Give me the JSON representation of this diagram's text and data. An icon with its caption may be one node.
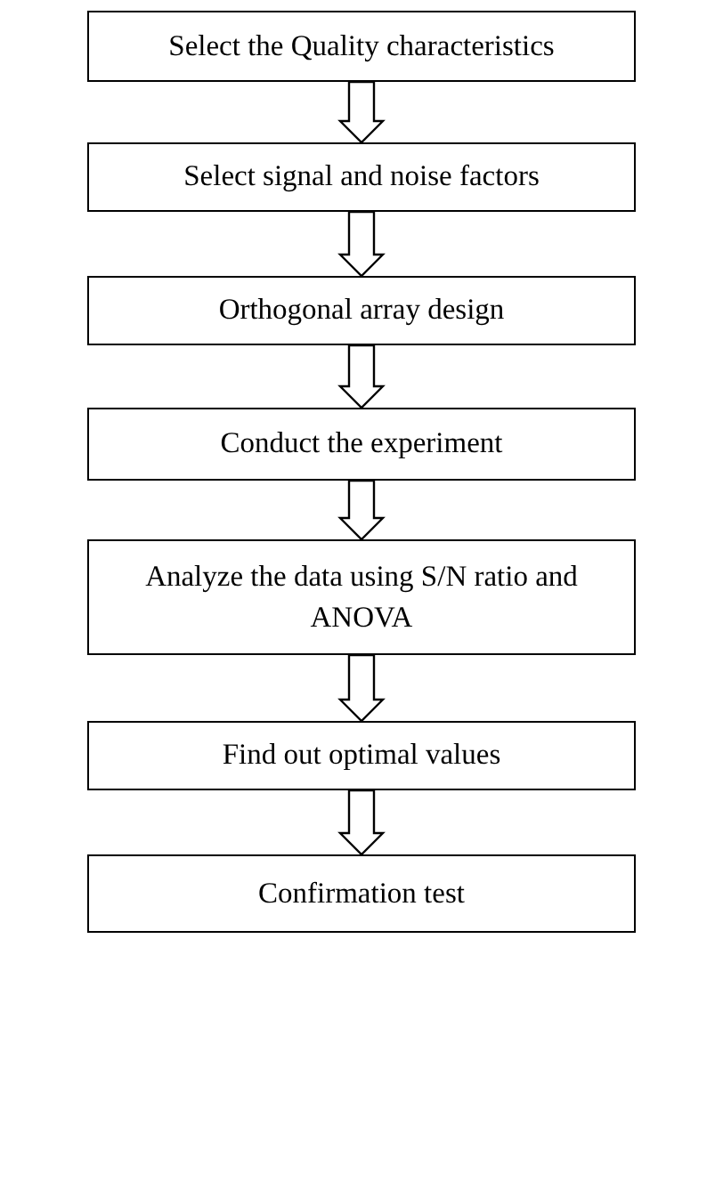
{
  "diagram": {
    "nodes": [
      {
        "text": [
          "Select the Quality characteristics"
        ]
      },
      {
        "text": [
          "Select signal and noise factors"
        ]
      },
      {
        "text": [
          "Orthogonal array design"
        ]
      },
      {
        "text": [
          "Conduct the experiment"
        ]
      },
      {
        "text": [
          "Analyze the data using S/N ratio and ANOVA"
        ]
      },
      {
        "text": [
          "Find out optimal values"
        ]
      },
      {
        "text": [
          "Confirmation test"
        ]
      }
    ],
    "edges": [
      {
        "from": 0,
        "to": 1,
        "arrow": "to"
      },
      {
        "from": 1,
        "to": 2,
        "arrow": "to"
      },
      {
        "from": 2,
        "to": 3,
        "arrow": "to"
      },
      {
        "from": 3,
        "to": 4,
        "arrow": "to"
      },
      {
        "from": 4,
        "to": 5,
        "arrow": "to"
      },
      {
        "from": 5,
        "to": 6,
        "arrow": "to"
      }
    ]
  }
}
